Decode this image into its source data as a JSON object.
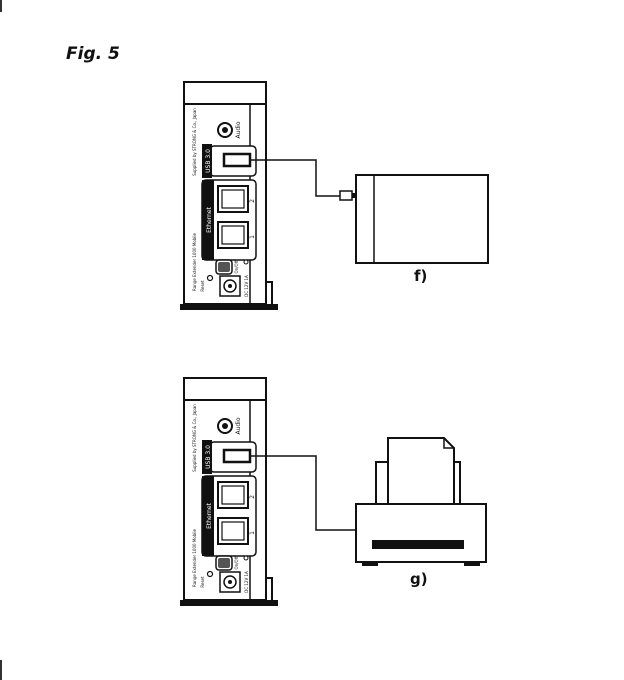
{
  "figure": {
    "label": "Fig. 5"
  },
  "device_labels": {
    "audio": "Audio",
    "usb": "USB 3.0",
    "supplied_by": "Supplied by STRONG & Co., Japan",
    "ethernet": "Ethernet",
    "port1": "1",
    "port2": "2",
    "model": "Range Extender 1000 Mobile",
    "onoff": "On/Off",
    "reset": "Reset",
    "power": "DC 12V 1A"
  },
  "panels": [
    {
      "caption": "f)",
      "peripheral": "external-drive"
    },
    {
      "caption": "g)",
      "peripheral": "printer"
    }
  ],
  "colors": {
    "line": "#111111",
    "fill": "#ffffff"
  }
}
